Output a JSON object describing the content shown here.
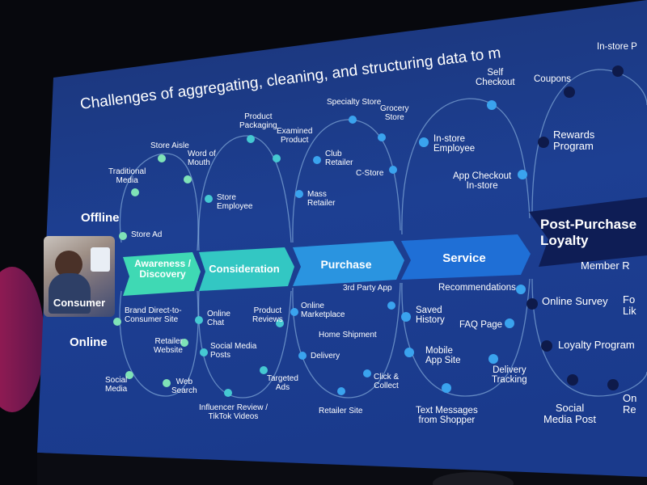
{
  "title": "Challenges of aggregating, cleaning, and structuring data to m",
  "side_labels": {
    "offline": "Offline",
    "online": "Online"
  },
  "consumer_label": "Consumer",
  "stages": [
    {
      "line1": "Awareness /",
      "line2": "Discovery"
    },
    {
      "line1": "Consideration",
      "line2": ""
    },
    {
      "line1": "Purchase",
      "line2": ""
    },
    {
      "line1": "Service",
      "line2": ""
    }
  ],
  "post_stage": {
    "line1": "Post-Purchase",
    "line2": "Loyalty"
  },
  "offline_touchpoints": {
    "awareness": [
      "Store Aisle",
      "Traditional",
      "Media",
      "Word of",
      "Mouth",
      "Store Ad"
    ],
    "consideration": [
      "Product",
      "Packaging",
      "Examined",
      "Product",
      "Store",
      "Employee"
    ],
    "purchase": [
      "Specialty Store",
      "Grocery",
      "Store",
      "Club",
      "Retailer",
      "C-Store",
      "Mass",
      "Retailer"
    ],
    "service": [
      "Self",
      "Checkout",
      "In-store",
      "Employee",
      "App Checkout",
      "In-store"
    ],
    "loyalty": [
      "Coupons",
      "In-store P",
      "Rewards",
      "Program"
    ]
  },
  "online_touchpoints": {
    "awareness": [
      "Brand Direct-to-",
      "Consumer Site",
      "Retailer",
      "Website",
      "Social",
      "Media",
      "Web",
      "Search"
    ],
    "consideration": [
      "Online",
      "Chat",
      "Product",
      "Reviews",
      "Social Media",
      "Posts",
      "Targeted",
      "Ads",
      "Influencer Review /",
      "TikTok Videos"
    ],
    "purchase": [
      "3rd Party App",
      "Online",
      "Marketplace",
      "Home Shipment",
      "Delivery",
      "Click &",
      "Collect",
      "Retailer Site"
    ],
    "service": [
      "Recommendations",
      "Saved",
      "History",
      "FAQ Page",
      "Mobile",
      "App Site",
      "Delivery",
      "Tracking",
      "Text Messages",
      "from Shopper"
    ],
    "loyalty": [
      "Member R",
      "Online Survey",
      "Fo",
      "Lik",
      "Loyalty Program",
      "Social",
      "Media Post",
      "On",
      "Re"
    ]
  },
  "colors": {
    "screen_top": "#1d3d86",
    "screen_bottom": "#1a3a8f",
    "arrow_awareness": "#3fd9b4",
    "arrow_consideration": "#33c7c3",
    "arrow_purchase": "#2a94e0",
    "arrow_service": "#1f6fd6",
    "arrow_post": "#0e1d55",
    "dot_green": "#7fe3b7",
    "dot_teal": "#45c8d2",
    "dot_blue": "#3aa3ee",
    "dot_dark": "#0e1a4a"
  }
}
